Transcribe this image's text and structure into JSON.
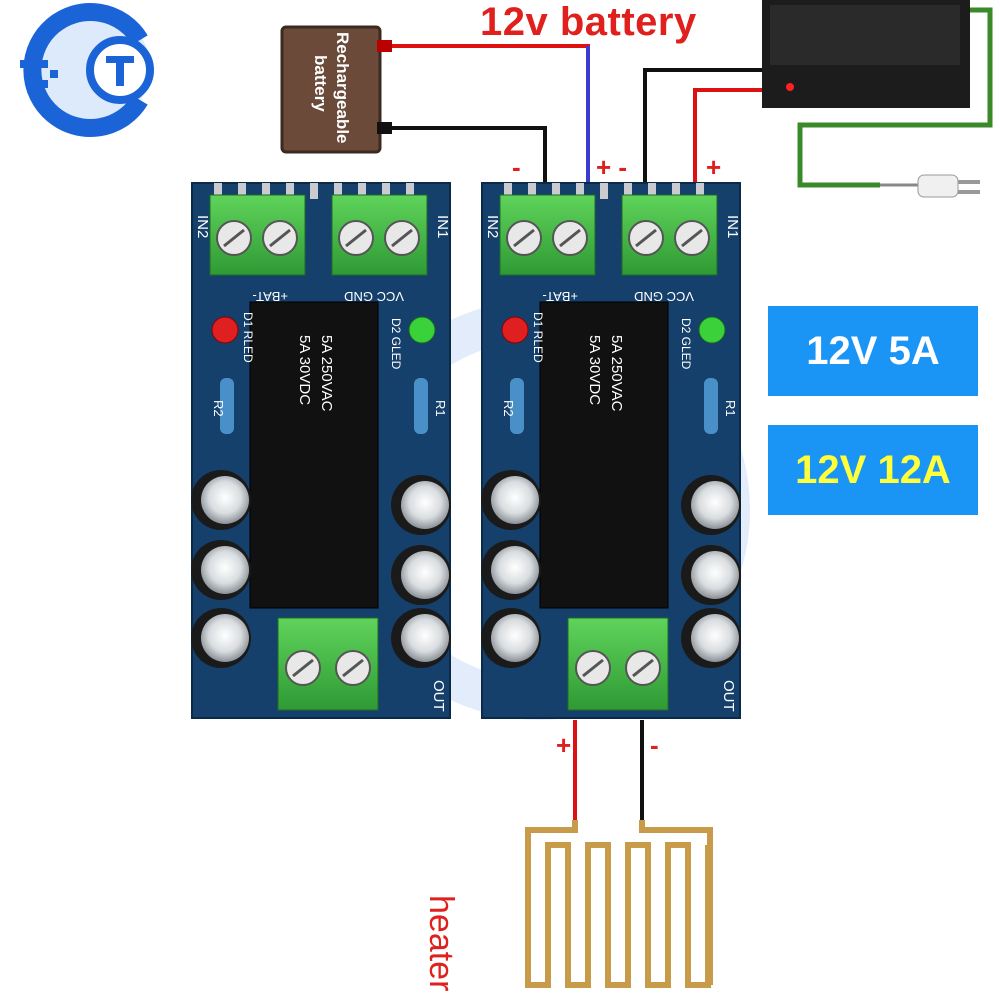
{
  "title": "12v battery",
  "battery_label_line1": "Rechargeable",
  "battery_label_line2": "battery",
  "specs": [
    "12V 5A",
    "12V 12A"
  ],
  "heater_label": "heater",
  "polarity": {
    "minus": "-",
    "plus": "+",
    "plus_minus": "+ -"
  },
  "board": {
    "in2": "IN2",
    "in1": "IN1",
    "bat": "+BAT-",
    "vcc_gnd": "VCC GND",
    "d1": "D1 RLED",
    "d2": "D2 GLED",
    "r1": "R1",
    "r2": "R2",
    "out": "OUT",
    "relay_line1": "5A 250VAC",
    "relay_line2": "5A 30VDC"
  },
  "colors": {
    "title": "#e0201c",
    "spec_bg": "#1a95f5",
    "pcb": "#15406b",
    "terminal": "#3cb043",
    "heater": "#c89b4a"
  }
}
